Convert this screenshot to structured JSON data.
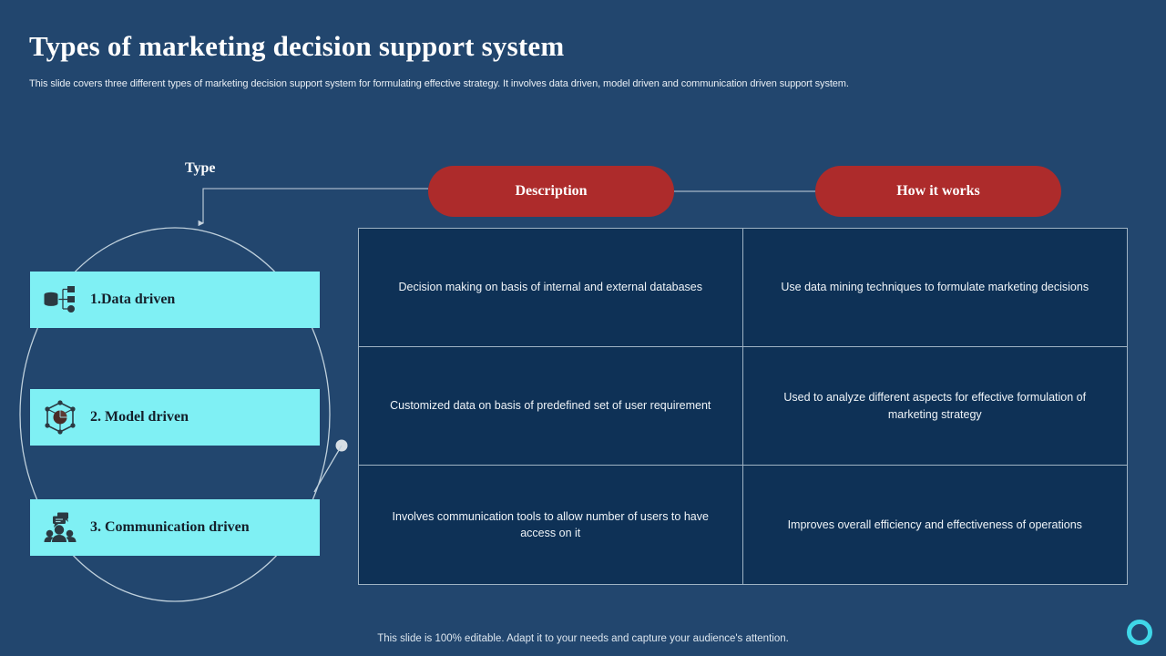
{
  "slide": {
    "title": "Types of marketing decision support system",
    "subtitle": "This slide covers three different types of marketing decision support system for formulating effective strategy. It involves data driven, model driven and communication driven support system.",
    "footer_note": "This slide is 100% editable. Adapt it to your needs and capture your audience's attention.",
    "logo_name": "ring-logo"
  },
  "colors": {
    "background": "#22466E",
    "accent_red": "#AD2B2B",
    "accent_cyan": "#7FF0F4",
    "cell_background": "#0E3156",
    "border": "#9FB3C4",
    "title_text": "#FFFFFF"
  },
  "diagram": {
    "type_label": "Type",
    "headers": [
      {
        "label": "Description",
        "name": "pill-description"
      },
      {
        "label": "How it works",
        "name": "pill-how-it-works"
      }
    ],
    "types": [
      {
        "label": "1.Data driven",
        "icon": "database-network-icon"
      },
      {
        "label": "2. Model driven",
        "icon": "hexagon-model-icon"
      },
      {
        "label": "3. Communication driven",
        "icon": "people-chat-icon"
      }
    ],
    "rows": [
      {
        "description": "Decision making on basis of internal and external databases",
        "how_it_works": "Use data mining techniques to formulate marketing decisions"
      },
      {
        "description": "Customized data on basis of predefined set of user requirement",
        "how_it_works": "Used to analyze different aspects for effective formulation of marketing strategy"
      },
      {
        "description": "Involves communication tools to allow number of users to have access on it",
        "how_it_works": "Improves overall efficiency and effectiveness of operations"
      }
    ]
  }
}
